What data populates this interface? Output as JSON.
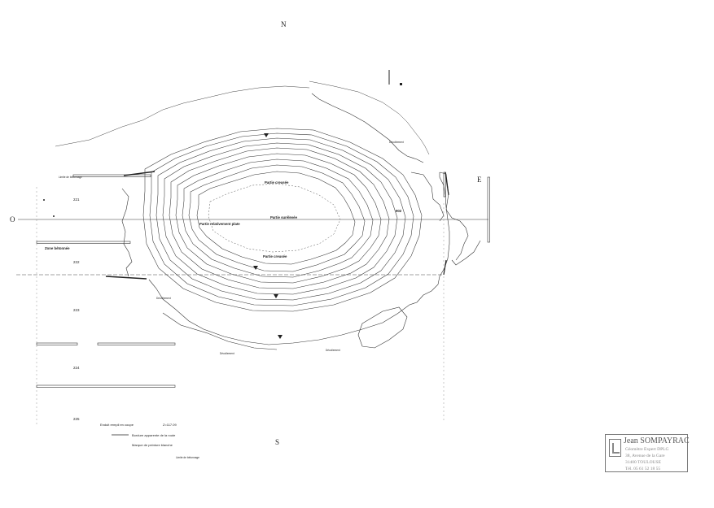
{
  "compass": {
    "north": "N",
    "south": "S",
    "east": "E",
    "west": "O"
  },
  "labels": {
    "creusee_top": "Partie creusée",
    "surelevee": "Partie surélevée",
    "plate": "Partie relativement plate",
    "creusee_bottom": "Partie creusée",
    "zone_left": "Zone bétonnée",
    "limite_top": "Limite de bétonnage",
    "limite_bottom": "Limite de bétonnage",
    "contour_value": "902",
    "decollement": "Décollement"
  },
  "grid_numbers": [
    "221",
    "222",
    "223",
    "224",
    "225"
  ],
  "legend": {
    "line1": "Enduit rempli en coupe",
    "line1_value": "Z=117.09",
    "line2": "Bordure apparente de la route",
    "line3": "Marque de peinture blanche"
  },
  "stamp": {
    "name": "Jean SOMPAYRAC",
    "lines": [
      "Géomètre Expert DPLG",
      "38, Avenue de la Gare",
      "31400 TOULOUSE",
      "Tél. 05 61 52 18 55"
    ]
  }
}
